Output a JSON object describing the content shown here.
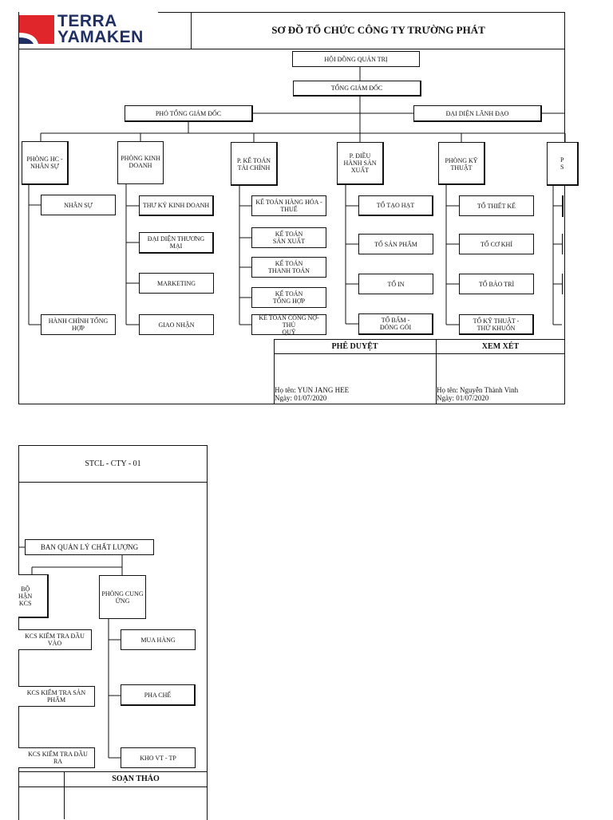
{
  "logo": {
    "line1": "TERRA",
    "line2": "YAMAKEN",
    "colors": {
      "red": "#e0252b",
      "navy": "#1f2f63"
    }
  },
  "title": "SƠ ĐỒ TỔ CHỨC CÔNG TY TRƯỜNG PHÁT",
  "top": {
    "hdqt": "HỘI ĐỒNG QUẢN TRỊ",
    "tgd": "TỔNG GIÁM ĐỐC",
    "ptgd": "PHÓ TỔNG GIÁM ĐỐC",
    "ddld": "ĐẠI DIỆN LÃNH ĐẠO"
  },
  "departments": [
    {
      "name": "PHÒNG HC -\nNHÂN SỰ",
      "units": [
        "NHÂN SỰ",
        "HÀNH CHÍNH TỔNG HỢP"
      ]
    },
    {
      "name": "PHÒNG KINH\nDOANH",
      "units": [
        "THƯ KÝ KINH DOANH",
        "ĐẠI DIỆN THƯƠNG MẠI",
        "MARKETING",
        "GIAO NHẬN"
      ]
    },
    {
      "name": "P. KẾ TOÁN\nTÀI CHÍNH",
      "units": [
        "KẾ TOÁN HÀNG HÓA -\nTHUẾ",
        "KẾ TOÁN\nSẢN XUẤT",
        "KẾ TOÁN\nTHANH TOÁN",
        "KẾ TOÁN\nTỔNG HỢP",
        "KẾ TOÁN CÔNG NỢ- THỦ\nQUỸ"
      ]
    },
    {
      "name": "P. ĐIỀU\nHÀNH SẢN\nXUẤT",
      "units": [
        "TỔ TẠO HẠT",
        "TỔ SẢN PHẨM",
        "TỔ IN",
        "TỔ BẤM -\nĐÓNG GÓI"
      ]
    },
    {
      "name": "PHÒNG KỸ\nTHUẬT",
      "units": [
        "TỔ THIẾT KẾ",
        "TỔ CƠ KHÍ",
        "TỔ BẢO TRÌ",
        "TỔ KỸ THUẬT -\nTHỬ KHUÔN"
      ]
    },
    {
      "name": "P\nS",
      "units": []
    }
  ],
  "approval": {
    "approve_header": "PHÊ DUYỆT",
    "review_header": "XEM XÉT",
    "approve_name": "Họ tên: YUN JANG HEE",
    "approve_date": "Ngày: 01/07/2020",
    "review_name": "Họ tên: Nguyễn Thành Vinh",
    "review_date": "Ngày: 01/07/2020"
  },
  "page2": {
    "doc_code": "STCL - CTY - 01",
    "qa_board": "BAN QUẢN LÝ CHẤT LƯỢNG",
    "kcs": {
      "name": "BỘ\nHẬN\nKCS",
      "units": [
        "KCS KIỂM TRA ĐẦU VÀO",
        "KCS KIỂM TRA SẢN PHẨM",
        "KCS KIỂM TRA ĐẦU RA"
      ]
    },
    "supply": {
      "name": "PHÒNG CUNG\nỨNG",
      "units": [
        "MUA HÀNG",
        "PHA CHẾ",
        "KHO VT - TP"
      ]
    },
    "draft_header": "SOẠN THẢO"
  }
}
